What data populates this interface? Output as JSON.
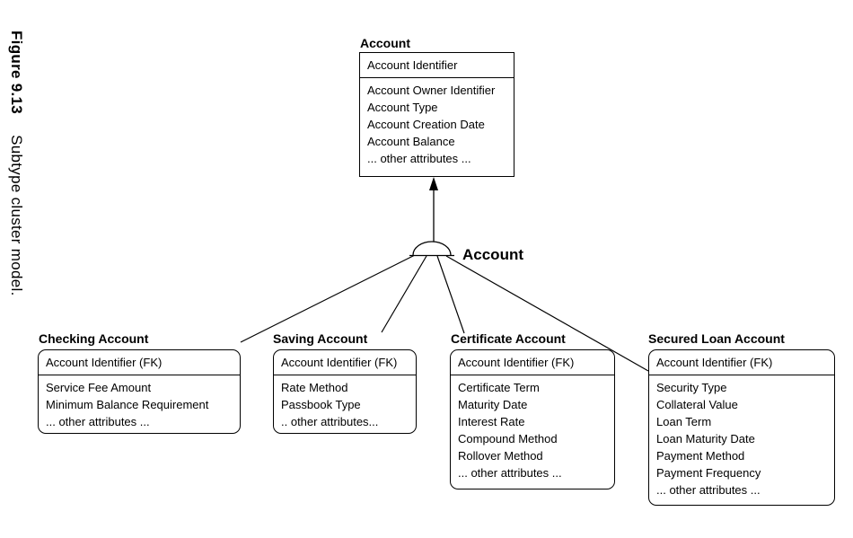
{
  "figure": {
    "number": "Figure 9.13",
    "caption": "Subtype cluster model."
  },
  "diagram": {
    "supertype": {
      "title": "Account",
      "primary_key": "Account Identifier",
      "attributes": [
        "Account Owner Identifier",
        "Account Type",
        "Account Creation Date",
        "Account Balance",
        "... other attributes ..."
      ]
    },
    "cluster": {
      "label": "Account",
      "symbol": "subtype-cluster-semicircle"
    },
    "subtypes": [
      {
        "title": "Checking Account",
        "primary_key": "Account Identifier (FK)",
        "attributes": [
          "Service Fee Amount",
          "Minimum Balance Requirement",
          "... other attributes ..."
        ]
      },
      {
        "title": "Saving Account",
        "primary_key": "Account Identifier (FK)",
        "attributes": [
          "Rate Method",
          "Passbook Type",
          ".. other attributes..."
        ]
      },
      {
        "title": "Certificate Account",
        "primary_key": "Account Identifier (FK)",
        "attributes": [
          "Certificate Term",
          "Maturity Date",
          "Interest Rate",
          "Compound Method",
          "Rollover Method",
          "... other attributes ..."
        ]
      },
      {
        "title": "Secured Loan Account",
        "primary_key": "Account Identifier (FK)",
        "attributes": [
          "Security Type",
          "Collateral Value",
          "Loan Term",
          "Loan Maturity Date",
          "Payment Method",
          "Payment Frequency",
          "... other attributes ..."
        ]
      }
    ]
  },
  "colors": {
    "line": "#000000",
    "background": "#ffffff",
    "text": "#000000"
  }
}
